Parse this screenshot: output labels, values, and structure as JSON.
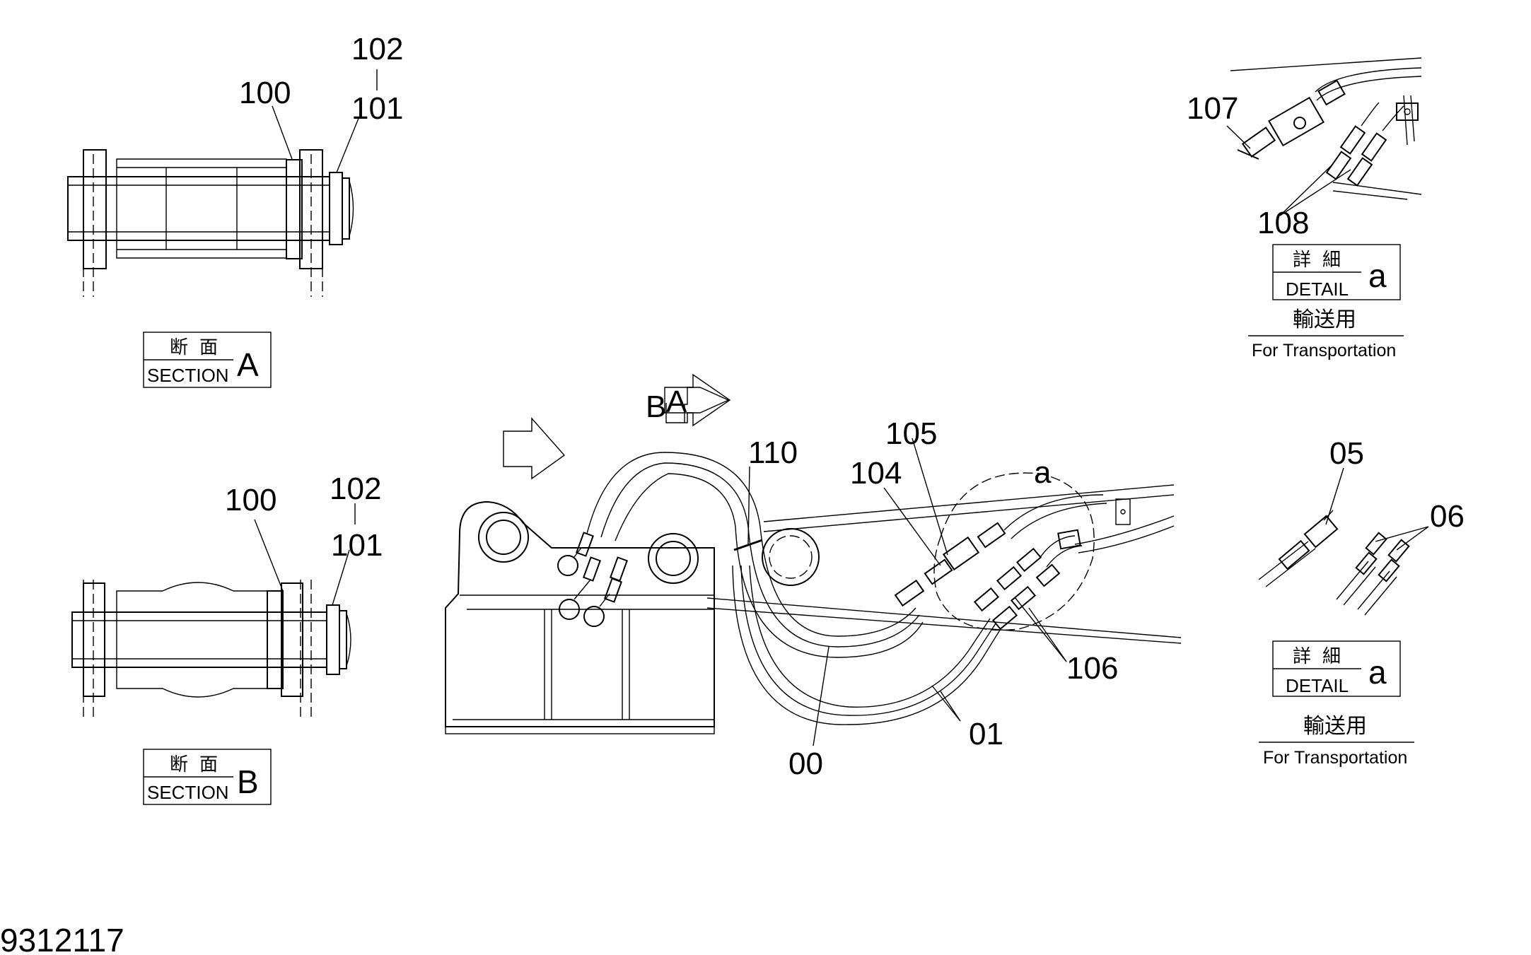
{
  "drawing_number": "9312117",
  "views": {
    "section_a": {
      "part_labels": [
        "100",
        "101",
        "102"
      ],
      "title_jp": "断面",
      "title_en": "SECTION",
      "letter": "A"
    },
    "section_b": {
      "part_labels": [
        "100",
        "101",
        "102"
      ],
      "title_jp": "断面",
      "title_en": "SECTION",
      "letter": "B"
    },
    "main": {
      "arrow_a": "A",
      "arrow_b": "B",
      "detail_ref": "a",
      "part_labels": [
        "110",
        "105",
        "104",
        "106",
        "01",
        "00"
      ]
    },
    "detail_top": {
      "part_labels": [
        "107",
        "108"
      ],
      "title_jp": "詳細",
      "title_en": "DETAIL",
      "letter": "a",
      "caption_jp": "輸送用",
      "caption_en": "For Transportation"
    },
    "detail_bottom": {
      "part_labels": [
        "05",
        "06"
      ],
      "title_jp": "詳細",
      "title_en": "DETAIL",
      "letter": "a",
      "caption_jp": "輸送用",
      "caption_en": "For Transportation"
    }
  }
}
